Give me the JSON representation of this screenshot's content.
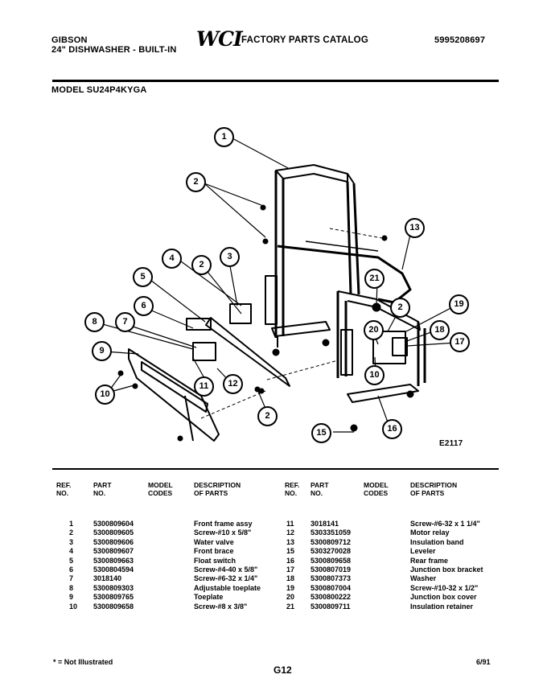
{
  "header": {
    "brand": "GIBSON",
    "product": "24\" DISHWASHER - BUILT-IN",
    "logo": "WCI",
    "catalog_title": "FACTORY PARTS CATALOG",
    "catalog_number": "5995208697",
    "model": "MODEL SU24P4KYGA"
  },
  "diagram": {
    "figure_code": "E2117",
    "callouts": [
      "1",
      "2",
      "2",
      "3",
      "4",
      "5",
      "6",
      "7",
      "8",
      "9",
      "10",
      "11",
      "12",
      "2",
      "13",
      "21",
      "2",
      "19",
      "20",
      "18",
      "17",
      "10",
      "16",
      "15"
    ]
  },
  "table": {
    "headers": {
      "ref": [
        "REF.",
        "NO."
      ],
      "part": [
        "PART",
        "NO."
      ],
      "model": [
        "MODEL",
        "CODES"
      ],
      "desc": [
        "DESCRIPTION",
        "OF PARTS"
      ]
    },
    "left": [
      {
        "ref": "1",
        "part": "5300809604",
        "desc": "Front frame assy"
      },
      {
        "ref": "2",
        "part": "5300809605",
        "desc": "Screw-#10 x 5/8\""
      },
      {
        "ref": "3",
        "part": "5300809606",
        "desc": "Water valve"
      },
      {
        "ref": "4",
        "part": "5300809607",
        "desc": "Front brace"
      },
      {
        "ref": "5",
        "part": "5300809663",
        "desc": "Float switch"
      },
      {
        "ref": "6",
        "part": "5300804594",
        "desc": "Screw-#4-40 x 5/8\""
      },
      {
        "ref": "7",
        "part": "3018140",
        "desc": "Screw-#6-32 x 1/4\""
      },
      {
        "ref": "8",
        "part": "5300809303",
        "desc": "Adjustable toeplate"
      },
      {
        "ref": "9",
        "part": "5300809765",
        "desc": "Toeplate"
      },
      {
        "ref": "10",
        "part": "5300809658",
        "desc": "Screw-#8 x 3/8\""
      }
    ],
    "right": [
      {
        "ref": "11",
        "part": "3018141",
        "desc": "Screw-#6-32 x 1 1/4\""
      },
      {
        "ref": "12",
        "part": "5303351059",
        "desc": "Motor relay"
      },
      {
        "ref": "13",
        "part": "5300809712",
        "desc": "Insulation band"
      },
      {
        "ref": "15",
        "part": "5303270028",
        "desc": "Leveler"
      },
      {
        "ref": "16",
        "part": "5300809658",
        "desc": "Rear frame"
      },
      {
        "ref": "17",
        "part": "5300807019",
        "desc": "Junction box bracket"
      },
      {
        "ref": "18",
        "part": "5300807373",
        "desc": "Washer"
      },
      {
        "ref": "19",
        "part": "5300807004",
        "desc": "Screw-#10-32 x 1/2\""
      },
      {
        "ref": "20",
        "part": "5300800222",
        "desc": "Junction box cover"
      },
      {
        "ref": "21",
        "part": "5300809711",
        "desc": "Insulation retainer"
      }
    ]
  },
  "footer": {
    "note": "* = Not Illustrated",
    "page": "G12",
    "date": "6/91"
  }
}
